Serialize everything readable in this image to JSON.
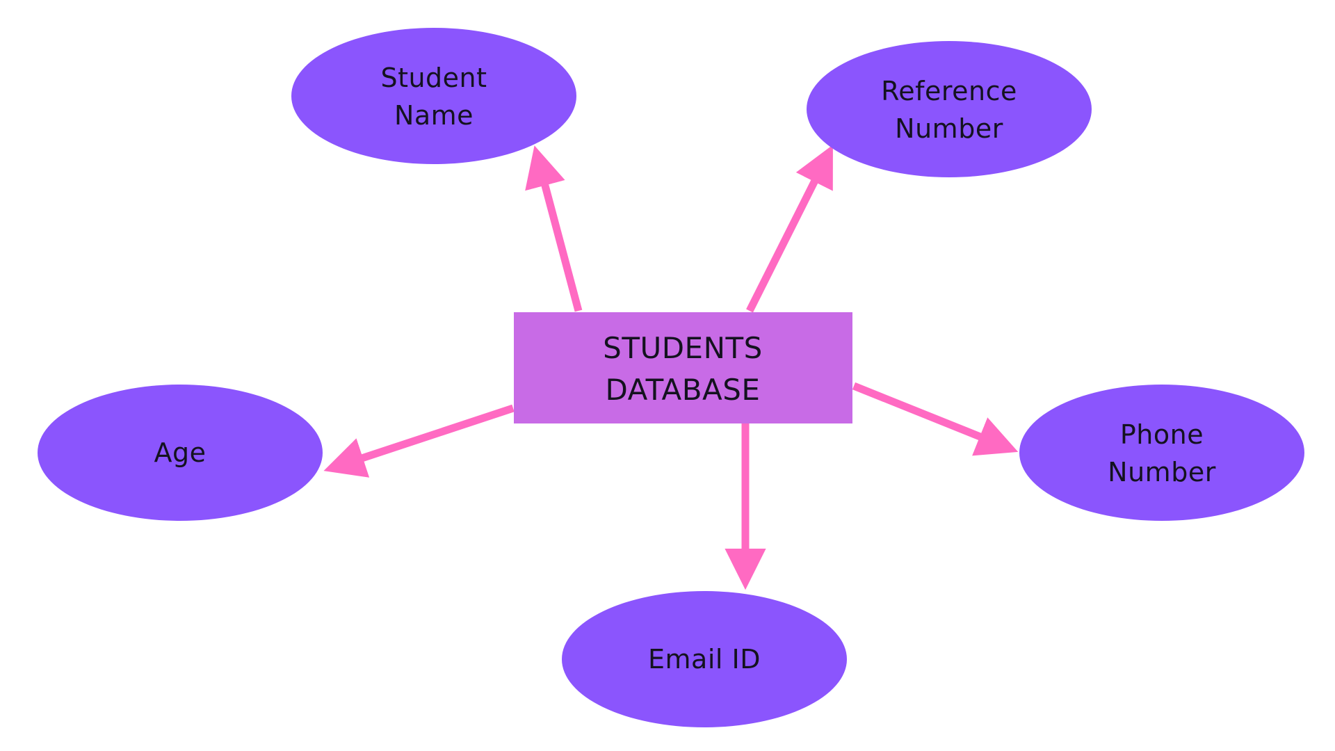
{
  "colors": {
    "background": "#ffffff",
    "entity_fill": "#c86be6",
    "attribute_fill": "#8b55fd",
    "arrow": "#ff6ac2",
    "text": "#14121f"
  },
  "center": {
    "lines": [
      "STUDENTS",
      "DATABASE"
    ]
  },
  "attributes": [
    {
      "id": "student-name",
      "lines": [
        "Student",
        "Name"
      ]
    },
    {
      "id": "reference-number",
      "lines": [
        "Reference",
        "Number"
      ]
    },
    {
      "id": "age",
      "lines": [
        "Age"
      ]
    },
    {
      "id": "phone-number",
      "lines": [
        "Phone",
        "Number"
      ]
    },
    {
      "id": "email-id",
      "lines": [
        "Email ID"
      ]
    }
  ]
}
